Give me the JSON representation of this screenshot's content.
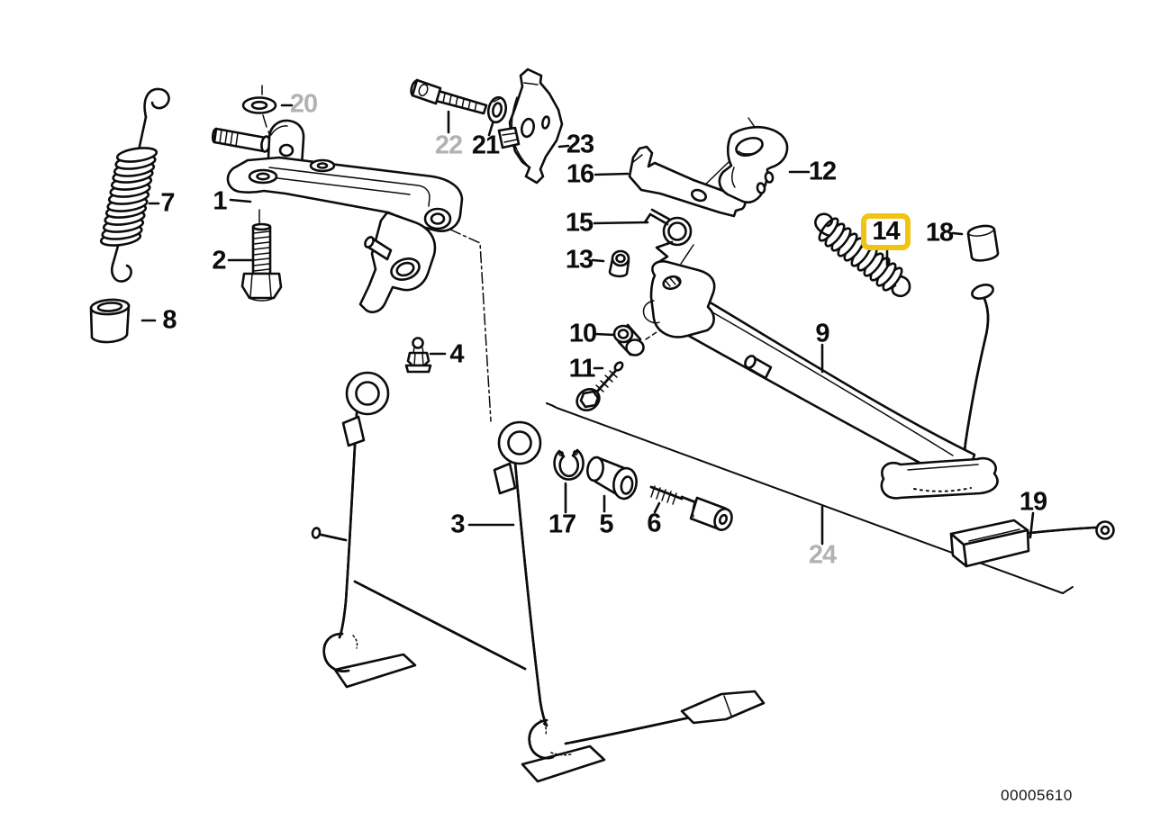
{
  "diagram": {
    "doc_code": "00005610",
    "highlighted_part": "14",
    "muted_parts": [
      "20",
      "22",
      "24"
    ],
    "colors": {
      "line": "#0c0c0c",
      "muted_label": "#b2b2b2",
      "highlight": "#f0c414",
      "background": "#ffffff"
    },
    "callouts": [
      {
        "label": "1",
        "state": "normal"
      },
      {
        "label": "2",
        "state": "normal"
      },
      {
        "label": "3",
        "state": "normal"
      },
      {
        "label": "4",
        "state": "normal"
      },
      {
        "label": "5",
        "state": "normal"
      },
      {
        "label": "6",
        "state": "normal"
      },
      {
        "label": "7",
        "state": "normal"
      },
      {
        "label": "8",
        "state": "normal"
      },
      {
        "label": "9",
        "state": "normal"
      },
      {
        "label": "10",
        "state": "normal"
      },
      {
        "label": "11",
        "state": "normal"
      },
      {
        "label": "12",
        "state": "normal"
      },
      {
        "label": "13",
        "state": "normal"
      },
      {
        "label": "14",
        "state": "highlighted"
      },
      {
        "label": "15",
        "state": "normal"
      },
      {
        "label": "16",
        "state": "normal"
      },
      {
        "label": "17",
        "state": "normal"
      },
      {
        "label": "18",
        "state": "normal"
      },
      {
        "label": "19",
        "state": "normal"
      },
      {
        "label": "20",
        "state": "muted"
      },
      {
        "label": "21",
        "state": "normal"
      },
      {
        "label": "22",
        "state": "muted"
      },
      {
        "label": "23",
        "state": "normal"
      },
      {
        "label": "24",
        "state": "muted"
      }
    ]
  }
}
